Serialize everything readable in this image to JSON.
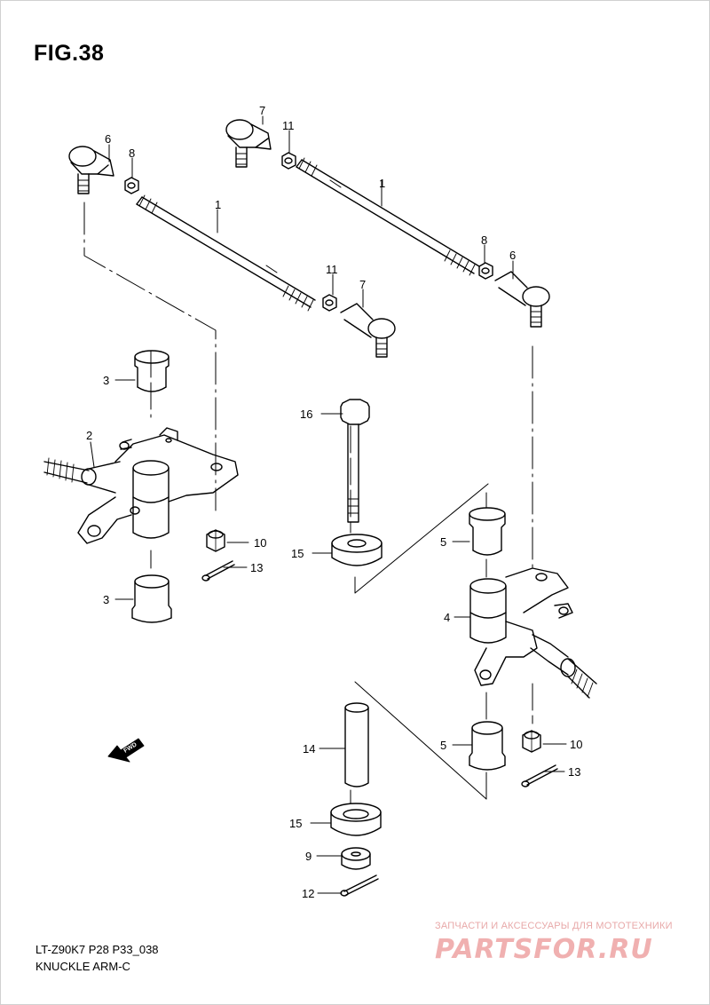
{
  "figure": {
    "title": "FIG.38",
    "model_code": "LT-Z90K7 P28 P33_038",
    "part_name": "KNUCKLE ARM-C"
  },
  "callouts": {
    "c1a": "1",
    "c1b": "1",
    "c2": "2",
    "c3a": "3",
    "c3b": "3",
    "c4": "4",
    "c5a": "5",
    "c5b": "5",
    "c6a": "6",
    "c6b": "6",
    "c7a": "7",
    "c7b": "7",
    "c8a": "8",
    "c8b": "8",
    "c9": "9",
    "c10a": "10",
    "c10b": "10",
    "c11a": "11",
    "c11b": "11",
    "c12": "12",
    "c13a": "13",
    "c13b": "13",
    "c14": "14",
    "c15a": "15",
    "c15b": "15",
    "c16": "16"
  },
  "direction_arrow": {
    "label": "FWD",
    "icon": "forward-arrow-icon"
  },
  "watermark": {
    "tagline": "ЗАПЧАСТИ И АКСЕССУАРЫ ДЛЯ МОТОТЕХНИКИ",
    "logo": "PARTSFOR.RU"
  },
  "colors": {
    "line": "#000000",
    "watermark": "#f0b0b0"
  }
}
